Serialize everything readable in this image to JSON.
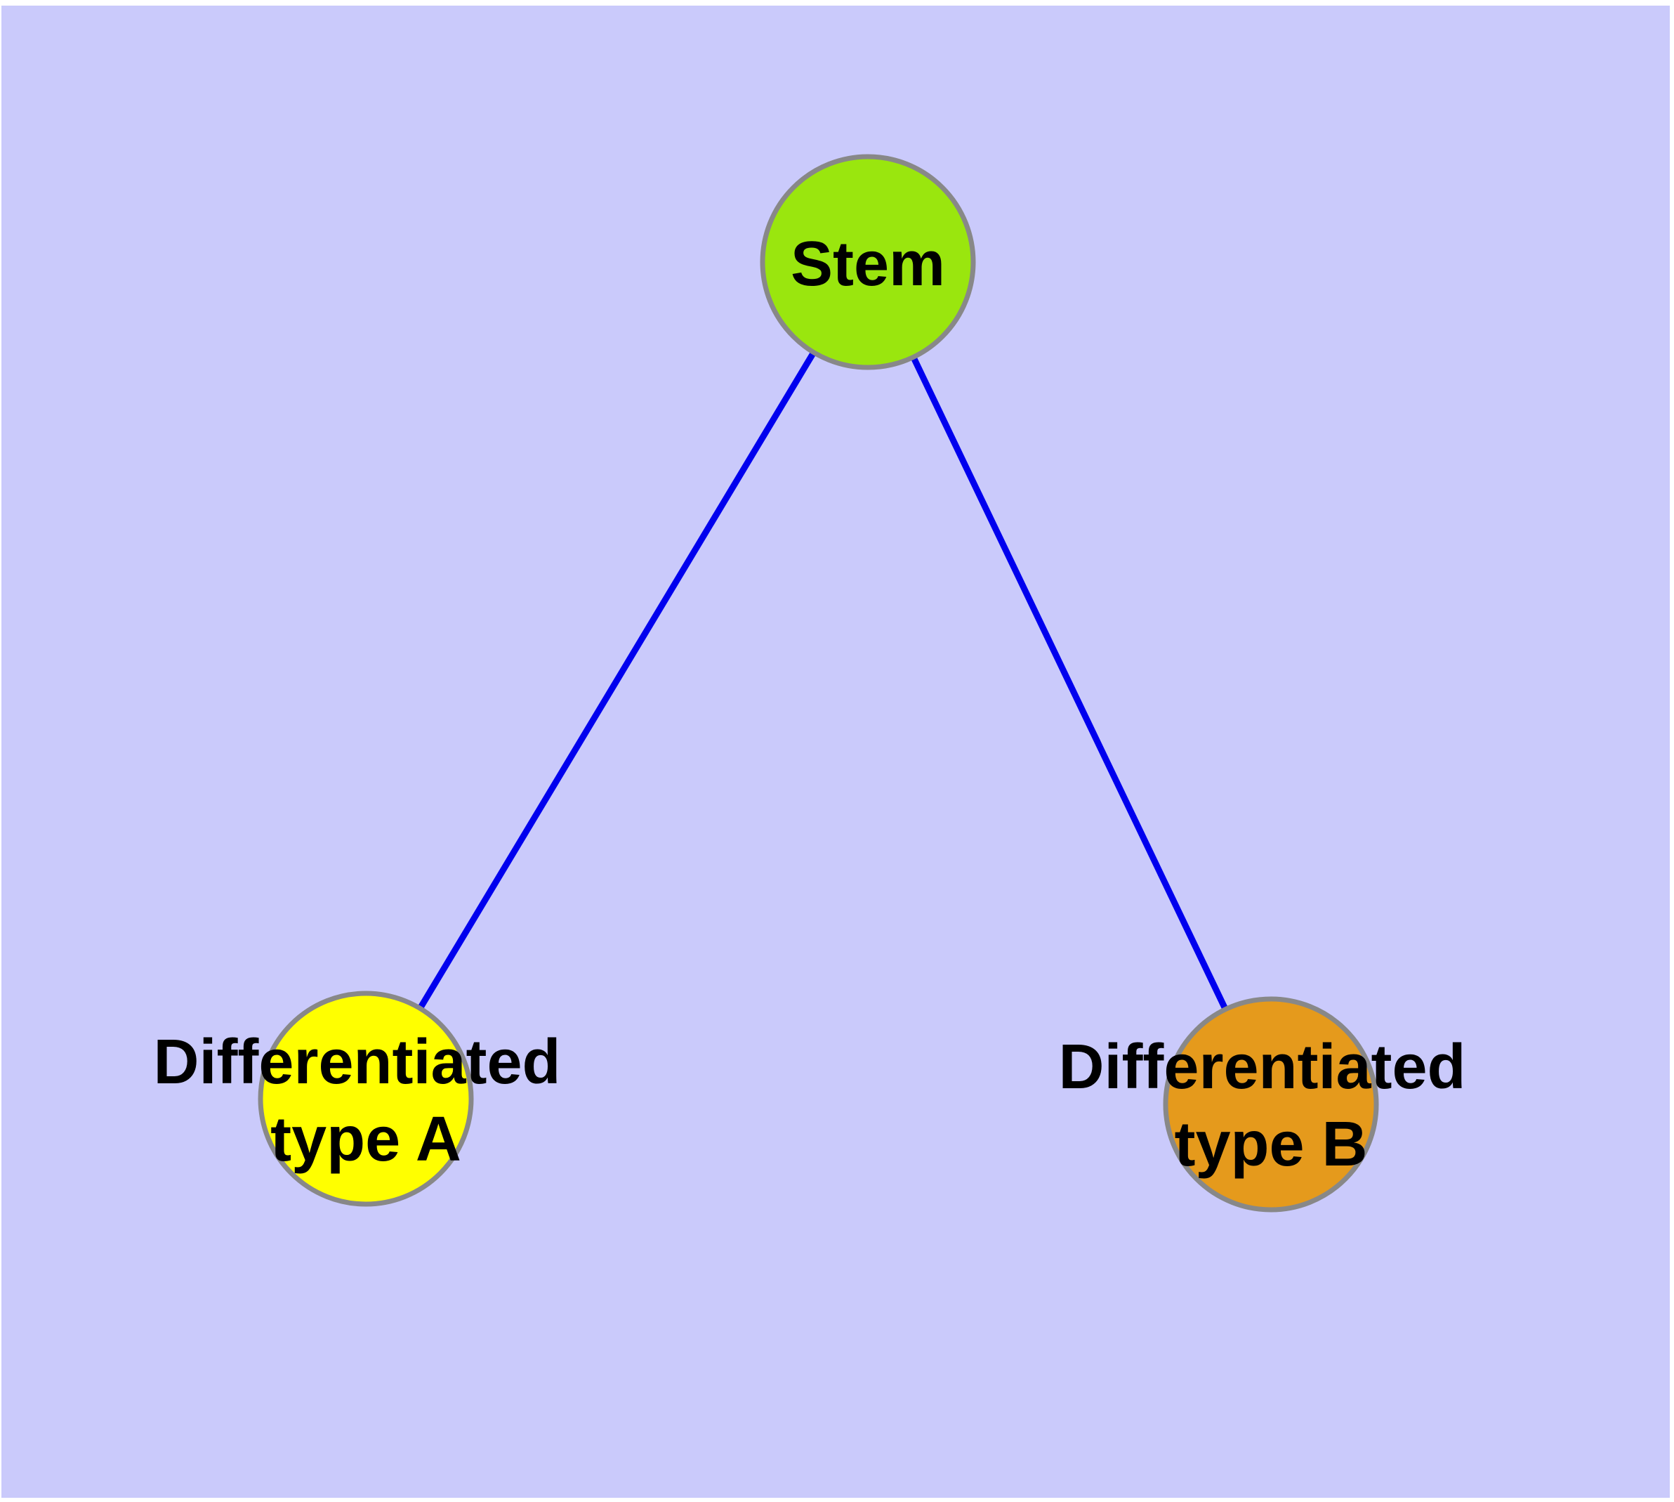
{
  "diagram": {
    "type": "graph",
    "background_color": "#CACAFB",
    "frame_color": "#FFFFFF",
    "node_border_color": "#888888",
    "label_color": "#000000"
  },
  "nodes": {
    "stem": {
      "label": "Stem",
      "color": "#9AE60E"
    },
    "type_a": {
      "label": "Differentiated type A",
      "label_line1": "Differentiated",
      "label_line2": "type A",
      "color": "#FFFF00"
    },
    "type_b": {
      "label": "Differentiated type B",
      "label_line1": "Differentiated",
      "label_line2": "type B",
      "color": "#E59A1C"
    }
  },
  "edges": {
    "color": "#0000EE",
    "items": [
      {
        "from": "Stem",
        "to": "Differentiated type A"
      },
      {
        "from": "Stem",
        "to": "Differentiated type B"
      }
    ]
  }
}
